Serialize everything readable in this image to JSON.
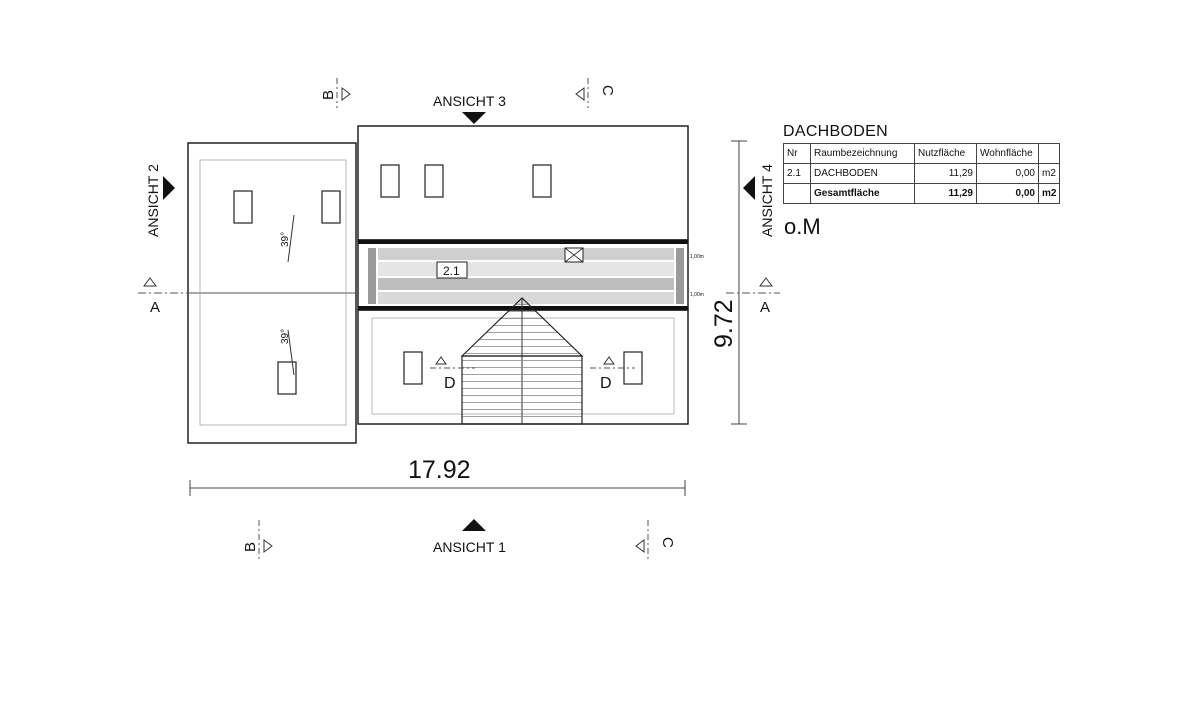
{
  "views": {
    "a1": "ANSICHT 1",
    "a2": "ANSICHT 2",
    "a3": "ANSICHT 3",
    "a4": "ANSICHT 4"
  },
  "sections": {
    "a": "A",
    "b": "B",
    "c": "C",
    "d": "D"
  },
  "dimensions": {
    "width": "17.92",
    "depth": "9.72",
    "small_dim": "1,00m"
  },
  "roof_pitch": "39°",
  "room_tag": "2.1",
  "table": {
    "title": "DACHBODEN",
    "headers": [
      "Nr",
      "Raumbezeichnung",
      "Nutzfläche",
      "Wohnfläche",
      ""
    ],
    "rows": [
      [
        "2.1",
        "DACHBODEN",
        "11,29",
        "0,00",
        "m2"
      ]
    ],
    "total": [
      "",
      "Gesamtfläche",
      "11,29",
      "0,00",
      "m2"
    ]
  },
  "note": "o.M"
}
